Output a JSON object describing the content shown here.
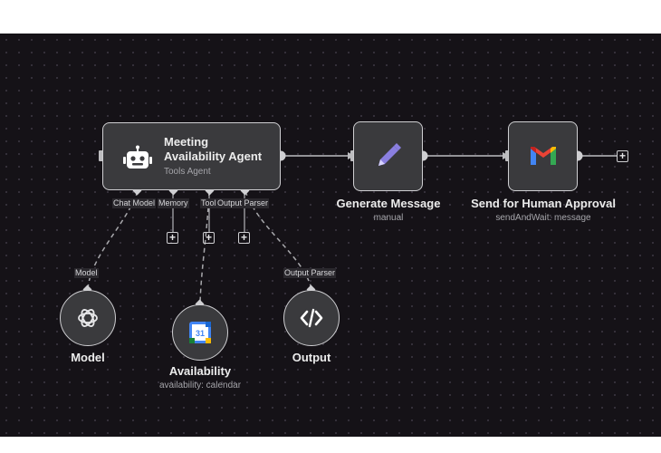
{
  "nodes": {
    "agent": {
      "title": "Meeting Availability Agent",
      "subtitle": "Tools Agent"
    },
    "generate": {
      "title": "Generate Message",
      "subtitle": "manual"
    },
    "send": {
      "title": "Send for Human Approval",
      "subtitle": "sendAndWait: message"
    },
    "model": {
      "title": "Model",
      "subtitle": ""
    },
    "availability": {
      "title": "Availability",
      "subtitle": "availability: calendar"
    },
    "output": {
      "title": "Output",
      "subtitle": ""
    }
  },
  "handles": {
    "chat_model": "Chat Model",
    "memory": "Memory",
    "tool": "Tool",
    "output_parser": "Output Parser"
  },
  "sub_handles": {
    "model": "Model",
    "output_parser": "Output Parser"
  },
  "icons": {
    "agent": "robot-icon",
    "generate": "pencil-icon",
    "send": "gmail-icon",
    "model": "openai-icon",
    "availability": "google-calendar-icon",
    "output": "code-icon",
    "add": "plus-icon"
  },
  "calendar_day": "31",
  "plus_symbol": "+",
  "colors": {
    "canvas": "#151217",
    "node": "#3a3a3d",
    "border": "#cfcfd2",
    "pencil": "#8a7fe0"
  }
}
